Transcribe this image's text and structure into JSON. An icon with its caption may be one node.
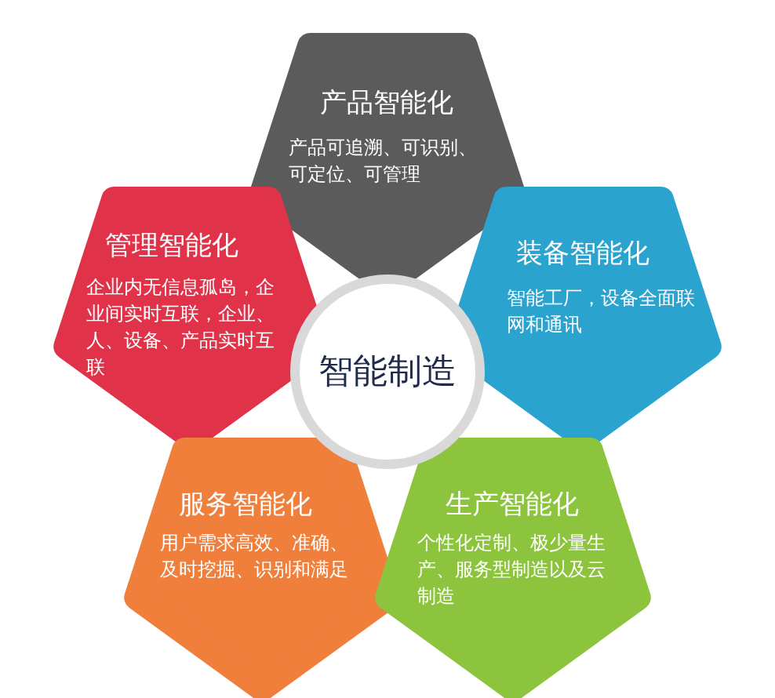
{
  "diagram": {
    "nodes": [
      {
        "text": [
          "产品智能化",
          "产品可追溯、可识别、可定位、可管理"
        ]
      },
      {
        "text": [
          "管理智能化",
          "企业内无信息孤岛，企业间实时互联，企业、人、设备、产品实时互联"
        ]
      },
      {
        "text": [
          "装备智能化",
          "智能工厂，设备全面联网和通讯"
        ]
      },
      {
        "text": [
          "智能制造"
        ]
      },
      {
        "text": [
          "服务智能化",
          "用户需求高效、准确、及时挖掘、识别和满足"
        ]
      },
      {
        "text": [
          "生产智能化",
          "个性化定制、极少量生产、服务型制造以及云制造"
        ]
      }
    ],
    "edges": []
  }
}
